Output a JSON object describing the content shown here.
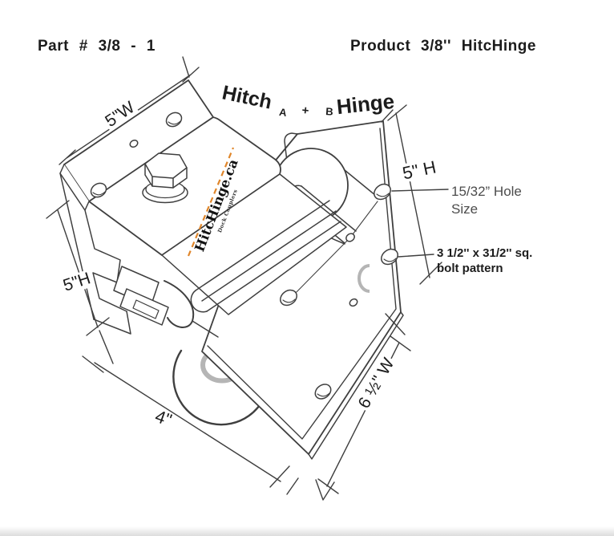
{
  "header": {
    "part_label": "Part # 3/8 - 1",
    "product_label": "Product 3/8'' HitcHinge"
  },
  "title": {
    "hitch": "Hitch",
    "a": "A",
    "plus": "+",
    "b": "B",
    "hinge": "Hinge"
  },
  "dimensions": {
    "flange_width": "5\"W",
    "bracket_height": "5\"H",
    "plate_height": "5\" H",
    "base_depth": "4\"",
    "plate_width": "6 ½\" W"
  },
  "callouts": {
    "hole_size_line1": "15/32” Hole",
    "hole_size_line2": "Size",
    "bolt_pattern_line1": "3 1/2'' x 31/2'' sq.",
    "bolt_pattern_line2": "bolt pattern"
  },
  "logo": {
    "brand": "HitcHinge.ca",
    "tagline": "Dock Couplers"
  },
  "colors": {
    "line": "#3f3f3f",
    "text": "#1c1c1c",
    "muted_text": "#4c4c4c",
    "gray_detail": "#b5b5b5",
    "logo_accent": "#e0862a"
  }
}
